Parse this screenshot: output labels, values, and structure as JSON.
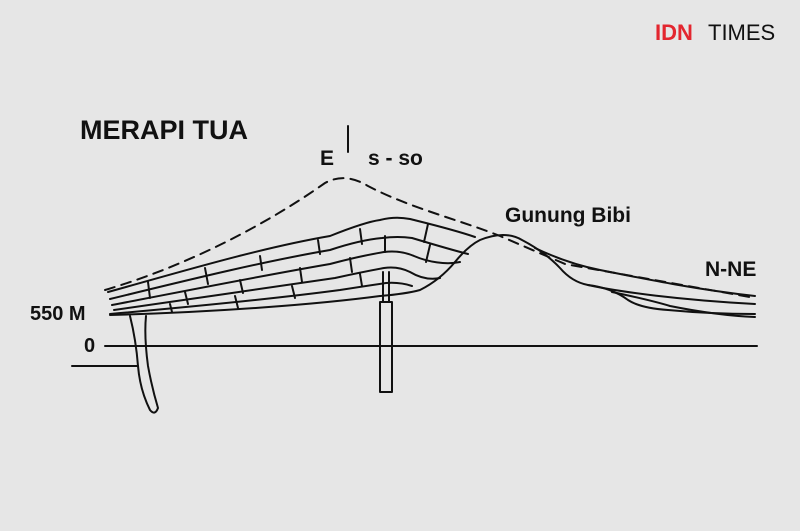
{
  "brand": {
    "logo_part1": "IDN",
    "logo_part2": "TIMES",
    "logo_part1_color": "#e3262f",
    "logo_part2_color": "#111111"
  },
  "diagram": {
    "title": "MERAPI TUA",
    "label_e": "E",
    "label_sso": "s - so",
    "label_peak": "Gunung Bibi",
    "label_nne": "N-NE",
    "label_elevation": "550 M",
    "label_zero": "0"
  },
  "colors": {
    "background": "#e6e6e6",
    "ink": "#111111"
  }
}
